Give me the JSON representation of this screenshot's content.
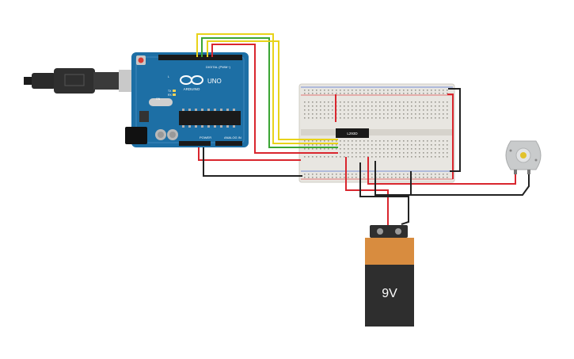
{
  "arduino": {
    "brand": "ARDUINO",
    "model": "UNO",
    "digital_label": "DIGITAL (PWM~)",
    "power_label": "POWER",
    "analog_label": "ANALOG IN",
    "tx_label": "TX",
    "rx_label": "RX",
    "on_label": "ON",
    "l_label": "L"
  },
  "driver_ic": {
    "label": "L293D"
  },
  "battery": {
    "voltage_label": "9V"
  },
  "colors": {
    "board": "#1d6fa5",
    "wire_red": "#d9262e",
    "wire_black": "#222222",
    "wire_yellow": "#e8d31a",
    "wire_green": "#3aa533",
    "breadboard": "#e8e6e1",
    "battery_top": "#d88c3f",
    "battery_body": "#2e2e2e"
  },
  "icons": {
    "usb_cable": "usb-cable-icon",
    "motor": "dc-motor-icon",
    "arduino_logo": "infinity-logo-icon"
  }
}
